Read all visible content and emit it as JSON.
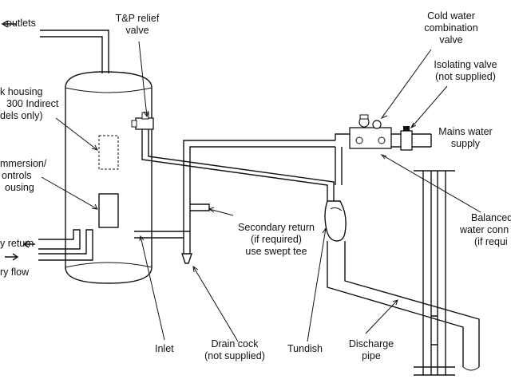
{
  "labels": {
    "hot_outlets": "outlets",
    "tp_relief_1": "T&P relief",
    "tp_relief_2": "valve",
    "cold_combo_1": "Cold water",
    "cold_combo_2": "combination",
    "cold_combo_3": "valve",
    "isolating_1": "Isolating valve",
    "isolating_2": "(not supplied)",
    "mains_1": "Mains water",
    "mains_2": "supply",
    "stat_1": "k housing",
    "stat_2": "300  Indirect",
    "stat_3": "dels only)",
    "imm_1": "mmersion/",
    "imm_2": "ontrols",
    "imm_3": "ousing",
    "prim_return": "y return",
    "prim_flow": "ry flow",
    "sec_return_1": "Secondary return",
    "sec_return_2": "(if required)",
    "sec_return_3": "use swept tee",
    "balanced_1": "Balanced",
    "balanced_2": "water conn",
    "balanced_3": "(if requi",
    "drain_1": "Drain cock",
    "drain_2": "(not supplied)",
    "inlet": "Inlet",
    "tundish": "Tundish",
    "discharge_1": "Discharge",
    "discharge_2": "pipe"
  }
}
